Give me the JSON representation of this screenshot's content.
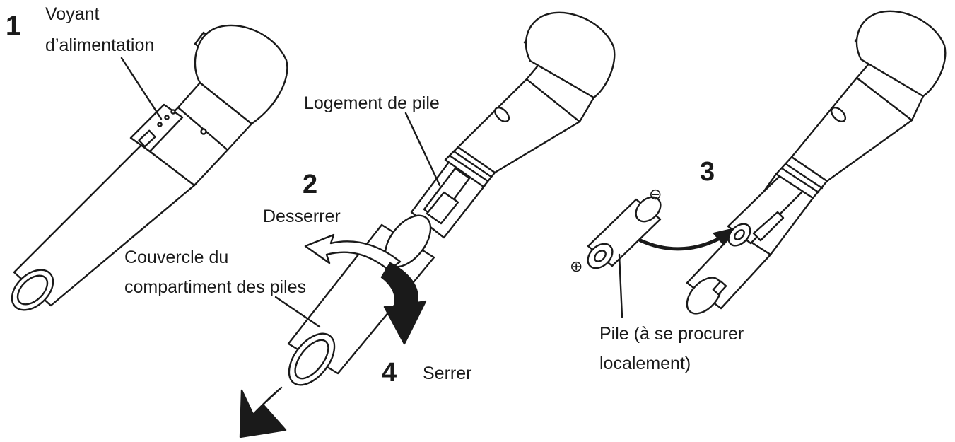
{
  "steps": {
    "s1": "1",
    "s2": "2",
    "s3": "3",
    "s4": "4"
  },
  "labels": {
    "power_indicator_line1": "Voyant",
    "power_indicator_line2": "d’alimentation",
    "battery_housing": "Logement de pile",
    "loosen": "Desserrer",
    "tighten": "Serrer",
    "cover_line1": "Couvercle du",
    "cover_line2": "compartiment des piles",
    "battery_line1": "Pile (à se procurer",
    "battery_line2": "localement)"
  },
  "polarity": {
    "negative": "⊖",
    "positive": "⊕"
  }
}
